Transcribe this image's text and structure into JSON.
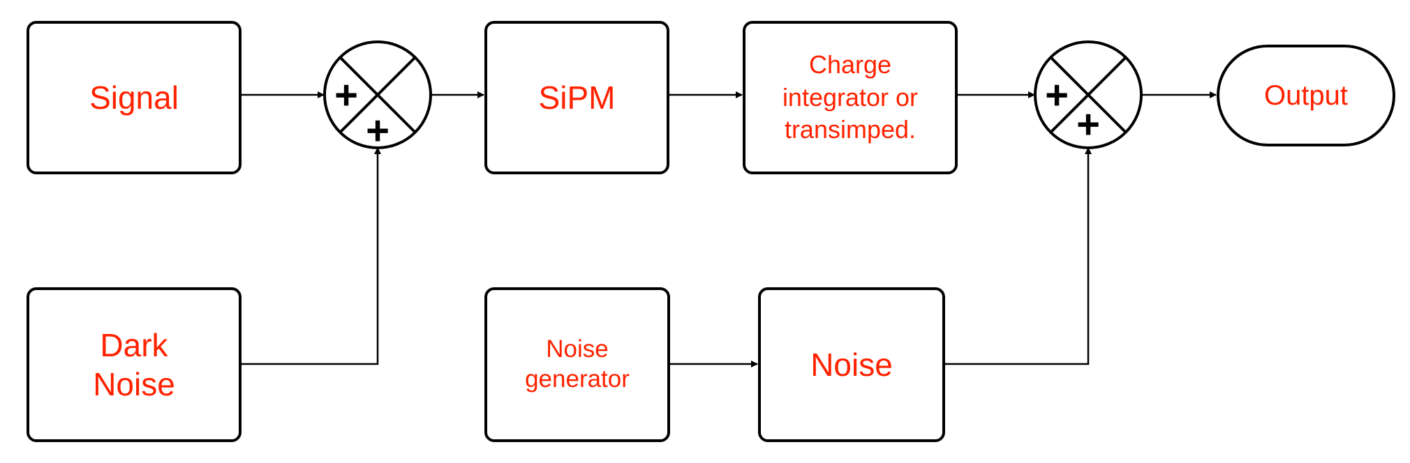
{
  "diagram": {
    "blocks": {
      "signal": "Signal",
      "dark_noise": "Dark\nNoise",
      "sipm": "SiPM",
      "charge_integrator": "Charge\nintegrator or\ntransimped.",
      "noise_generator": "Noise\ngenerator",
      "noise": "Noise",
      "output": "Output"
    },
    "summing_junctions": [
      {
        "top_left_sign": "+",
        "bottom_sign": "+"
      },
      {
        "top_left_sign": "+",
        "bottom_sign": "+"
      }
    ]
  }
}
